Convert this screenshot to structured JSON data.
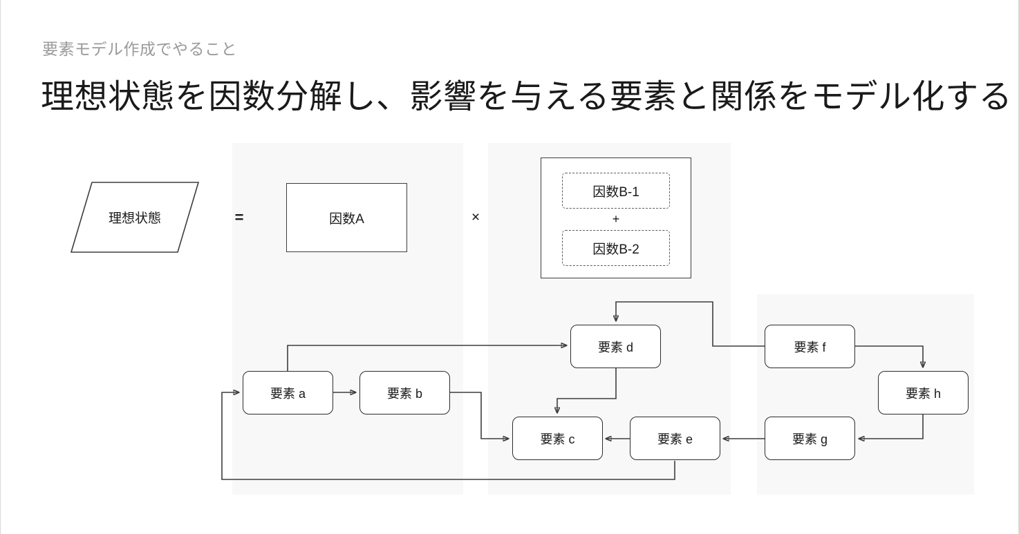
{
  "slide": {
    "eyebrow": "要素モデル作成でやること",
    "title": "理想状態を因数分解し、影響を与える要素と関係をモデル化する"
  },
  "formula": {
    "ideal_state": "理想状態",
    "equals": "=",
    "factor_a": "因数A",
    "times": "×",
    "plus": "+",
    "factor_b1": "因数B-1",
    "factor_b2": "因数B-2"
  },
  "nodes": [
    {
      "id": "a",
      "label": "要素 a"
    },
    {
      "id": "b",
      "label": "要素 b"
    },
    {
      "id": "c",
      "label": "要素 c"
    },
    {
      "id": "d",
      "label": "要素 d"
    },
    {
      "id": "e",
      "label": "要素 e"
    },
    {
      "id": "f",
      "label": "要素 f"
    },
    {
      "id": "g",
      "label": "要素 g"
    },
    {
      "id": "h",
      "label": "要素 h"
    }
  ],
  "colors": {
    "panel_background": "#f8f8f8",
    "slide_background": "#ffffff",
    "stroke": "#3d3d3d",
    "node_stroke": "#2b2b2b",
    "title_text": "#1a1a1a",
    "eyebrow_text": "#9a9a9a"
  }
}
